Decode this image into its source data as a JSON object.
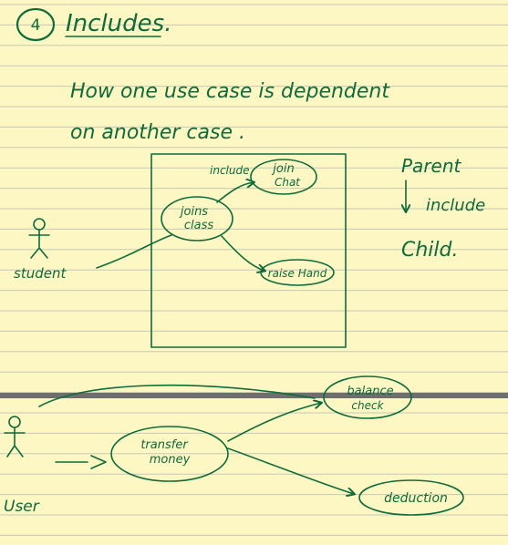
{
  "colors": {
    "paper": "#fdf7c3",
    "rule": "#c8c8b6",
    "ink": "#0f6b3a",
    "separator": "#6e6e6e"
  },
  "heading": {
    "number": "4",
    "title": "Includes."
  },
  "definition": {
    "line1": "How  one  use case  is  dependent",
    "line2": "on  another  case ."
  },
  "hierarchy": {
    "parent": "Parent",
    "include": "include",
    "child": "Child."
  },
  "diagram1": {
    "actor": "student",
    "arrow_label": "include",
    "use_cases": {
      "main_line1": "joins",
      "main_line2": "class",
      "join_line1": "join",
      "join_line2": "Chat",
      "raise": "raise Hand"
    }
  },
  "diagram2": {
    "actor": "User",
    "use_cases": {
      "transfer_line1": "transfer",
      "transfer_line2": "money",
      "balance_line1": "balance",
      "balance_line2": "check",
      "deduction": "deduction"
    }
  }
}
